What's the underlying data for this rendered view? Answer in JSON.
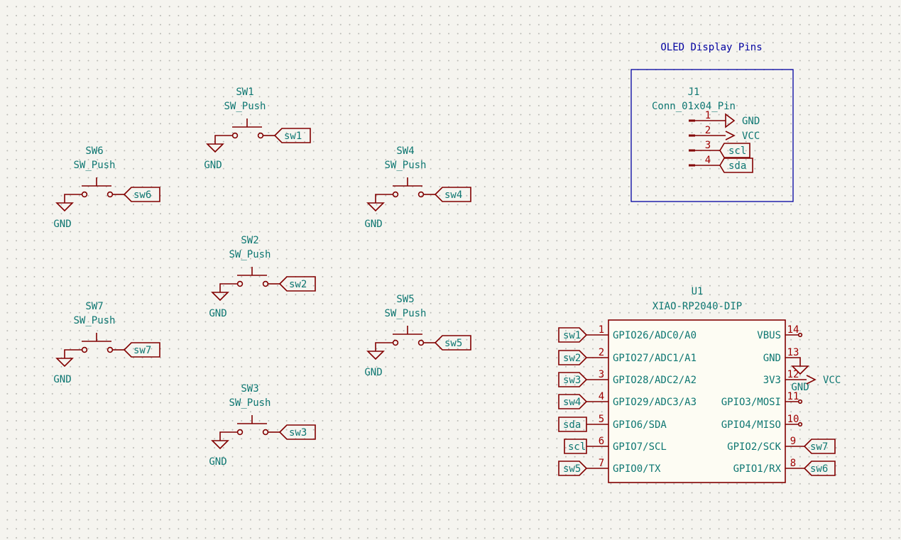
{
  "colors": {
    "background": "#f5f4ef",
    "component_text": "#0e7772",
    "pin_number": "#a00000",
    "wire": "#820000",
    "annotation_box": "#0000a0"
  },
  "annotation_box": {
    "title": "OLED Display Pins"
  },
  "switches": [
    {
      "ref": "SW1",
      "value": "SW_Push",
      "power": "GND",
      "net": "sw1"
    },
    {
      "ref": "SW2",
      "value": "SW_Push",
      "power": "GND",
      "net": "sw2"
    },
    {
      "ref": "SW3",
      "value": "SW_Push",
      "power": "GND",
      "net": "sw3"
    },
    {
      "ref": "SW4",
      "value": "SW_Push",
      "power": "GND",
      "net": "sw4"
    },
    {
      "ref": "SW5",
      "value": "SW_Push",
      "power": "GND",
      "net": "sw5"
    },
    {
      "ref": "SW6",
      "value": "SW_Push",
      "power": "GND",
      "net": "sw6"
    },
    {
      "ref": "SW7",
      "value": "SW_Push",
      "power": "GND",
      "net": "sw7"
    }
  ],
  "connector": {
    "ref": "J1",
    "value": "Conn_01x04_Pin",
    "pins": [
      {
        "num": "1",
        "net": "GND",
        "kind": "power"
      },
      {
        "num": "2",
        "net": "VCC",
        "kind": "power"
      },
      {
        "num": "3",
        "net": "scl",
        "kind": "label"
      },
      {
        "num": "4",
        "net": "sda",
        "kind": "label"
      }
    ]
  },
  "mcu": {
    "ref": "U1",
    "value": "XIAO-RP2040-DIP",
    "left_pins": [
      {
        "num": "1",
        "name": "GPIO26/ADC0/A0",
        "net": "sw1",
        "shape": "input"
      },
      {
        "num": "2",
        "name": "GPIO27/ADC1/A1",
        "net": "sw2",
        "shape": "input"
      },
      {
        "num": "3",
        "name": "GPIO28/ADC2/A2",
        "net": "sw3",
        "shape": "input"
      },
      {
        "num": "4",
        "name": "GPIO29/ADC3/A3",
        "net": "sw4",
        "shape": "input"
      },
      {
        "num": "5",
        "name": "GPIO6/SDA",
        "net": "sda",
        "shape": "box"
      },
      {
        "num": "6",
        "name": "GPIO7/SCL",
        "net": "scl",
        "shape": "box"
      },
      {
        "num": "7",
        "name": "GPIO0/TX",
        "net": "sw5",
        "shape": "input"
      }
    ],
    "right_pins": [
      {
        "num": "14",
        "name": "VBUS",
        "net": "",
        "shape": "nc"
      },
      {
        "num": "13",
        "name": "GND",
        "net": "GND",
        "shape": "gnd"
      },
      {
        "num": "12",
        "name": "3V3",
        "net": "VCC",
        "shape": "vcc"
      },
      {
        "num": "11",
        "name": "GPIO3/MOSI",
        "net": "",
        "shape": "nc"
      },
      {
        "num": "10",
        "name": "GPIO4/MISO",
        "net": "",
        "shape": "nc"
      },
      {
        "num": "9",
        "name": "GPIO2/SCK",
        "net": "sw7",
        "shape": "input"
      },
      {
        "num": "8",
        "name": "GPIO1/RX",
        "net": "sw6",
        "shape": "input"
      }
    ]
  }
}
